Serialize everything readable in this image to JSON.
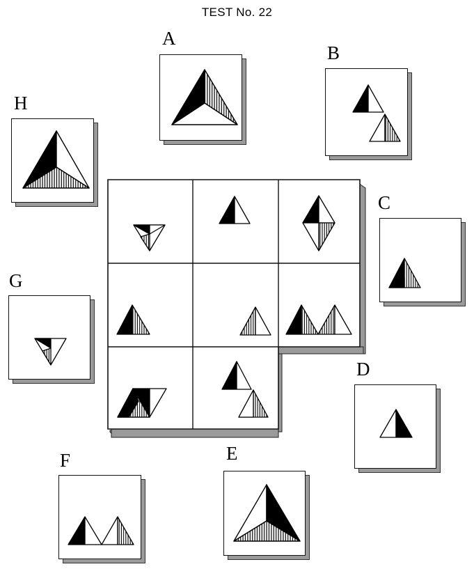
{
  "title": "TEST No. 22",
  "options": {
    "A": {
      "label": "A",
      "figure": "large-triangle-black-left-striped-right"
    },
    "B": {
      "label": "B",
      "figure": "two-small-triangles-offset"
    },
    "C": {
      "label": "C",
      "figure": "small-triangle-black-left-striped-right"
    },
    "D": {
      "label": "D",
      "figure": "small-triangle-white-left-black-right"
    },
    "E": {
      "label": "E",
      "figure": "large-triangle-white-left-black-right-striped-base"
    },
    "F": {
      "label": "F",
      "figure": "two-small-triangles-side-by-side"
    },
    "G": {
      "label": "G",
      "figure": "small-inverted-triangle"
    },
    "H": {
      "label": "H",
      "figure": "large-triangle-black-left-striped-base"
    }
  },
  "matrix": {
    "rows": 3,
    "columns": 3,
    "missing_cell": "row-3-col-3",
    "colors": {
      "black": "#000000",
      "stripe": "#000000",
      "shadow": "#9a9a9a"
    }
  }
}
